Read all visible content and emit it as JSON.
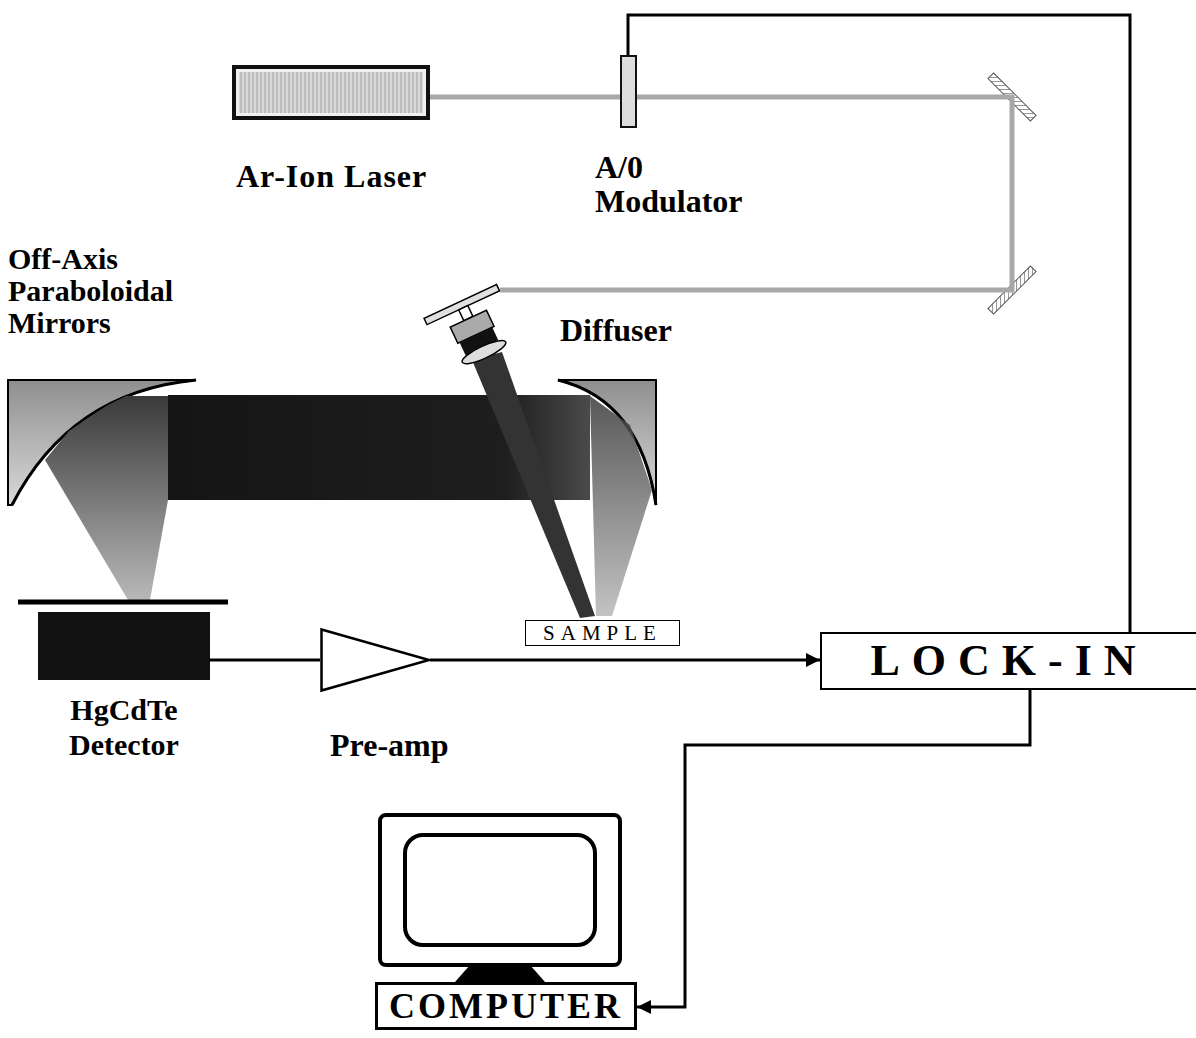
{
  "diagram": {
    "nodes": [
      {
        "text": [
          "Ar-Ion Laser"
        ]
      },
      {
        "text": [
          "A/0 Modulator"
        ]
      },
      {
        "text": [
          "Diffuser"
        ]
      },
      {
        "text": [
          "SAMPLE"
        ]
      },
      {
        "text": [
          "HgCdTe Detector"
        ]
      },
      {
        "text": [
          "Pre-amp"
        ]
      },
      {
        "text": [
          "LOCK-IN"
        ]
      },
      {
        "text": [
          "COMPUTER"
        ]
      }
    ],
    "edges": [
      {
        "from": 0,
        "to": 1,
        "arrow": "none"
      },
      {
        "from": 1,
        "to": 2,
        "arrow": "none"
      },
      {
        "from": 4,
        "to": 5,
        "arrow": "none"
      },
      {
        "from": 5,
        "to": 6,
        "arrow": "to"
      },
      {
        "from": 1,
        "to": 6,
        "arrow": "none"
      },
      {
        "from": 6,
        "to": 7,
        "arrow": "to"
      }
    ],
    "labels": [
      "Off-Axis Paraboloidal Mirrors"
    ]
  }
}
